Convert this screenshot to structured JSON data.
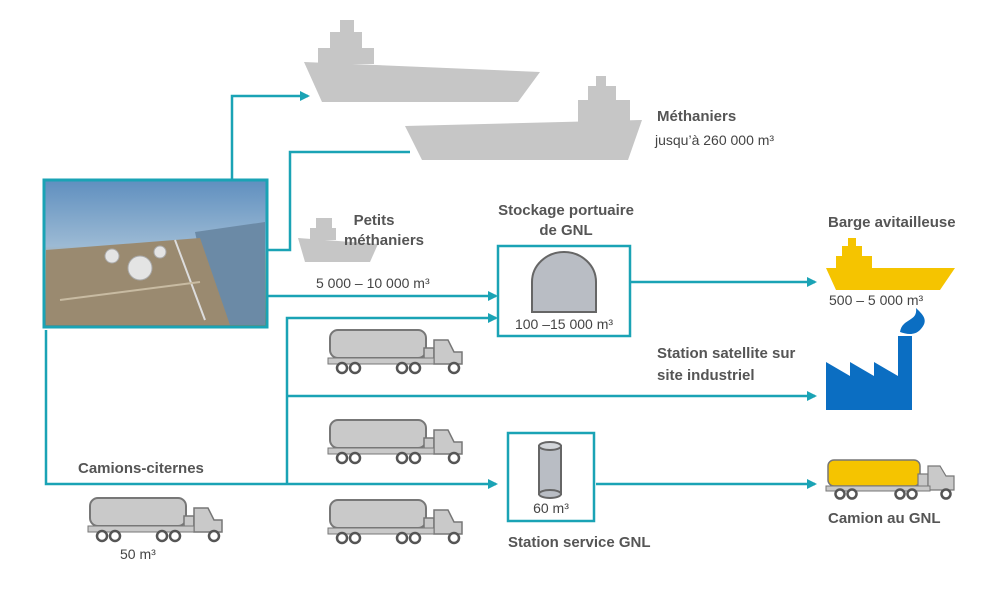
{
  "labels": {
    "methaniers_title": "Méthaniers",
    "methaniers_capacity": "jusqu’à 260 000 m³",
    "petits_line1": "Petits",
    "petits_line2": "méthaniers",
    "petits_capacity": "5 000 – 10 000 m³",
    "stockage_line1": "Stockage portuaire",
    "stockage_line2": "de GNL",
    "stockage_capacity": "100 –15 000 m³",
    "barge_title": "Barge avitailleuse",
    "barge_capacity": "500 – 5 000 m³",
    "station_sat_line1": "Station satellite sur",
    "station_sat_line2": "site industriel",
    "camions_title": "Camions-citernes",
    "camion_capacity": "50 m³",
    "station_service_capacity": "60 m³",
    "station_service_title": "Station service GNL",
    "camion_gnl": "Camion au GNL"
  },
  "colors": {
    "arrow": "#1aa3b5",
    "ship_grey": "#c6c6c6",
    "barge_yellow": "#f5c400",
    "factory_blue": "#0b6ec2",
    "truck_grey": "#c9c9c9",
    "tank_fill": "#b9bdc4"
  },
  "icons": {
    "terminal_photo": "lng-terminal-aerial-photo",
    "ship": "ship-icon",
    "tank": "storage-dome-icon",
    "truck": "tanker-truck-icon",
    "factory": "factory-icon"
  }
}
